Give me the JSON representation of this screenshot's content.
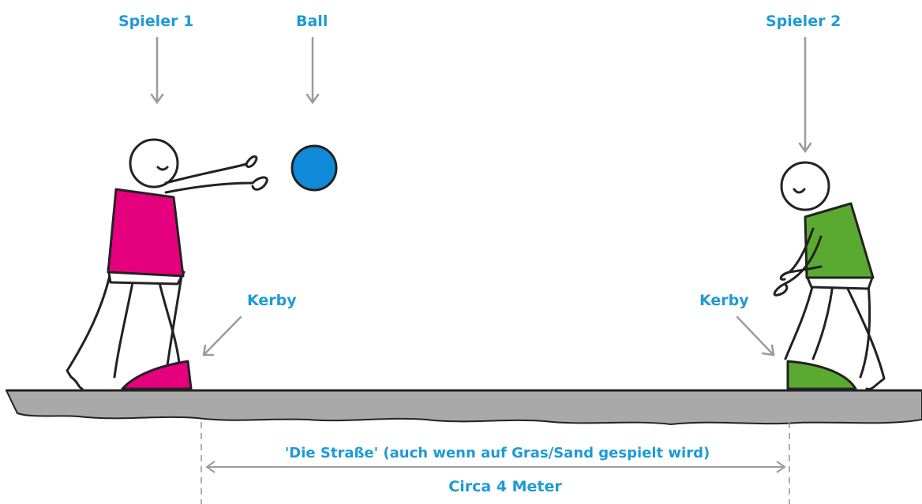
{
  "labels": {
    "player1": "Spieler 1",
    "ball": "Ball",
    "player2": "Spieler 2",
    "kerby_left": "Kerby",
    "kerby_right": "Kerby",
    "street": "'Die Straße' (auch wenn auf Gras/Sand gespielt wird)",
    "distance": "Circa 4 Meter"
  },
  "colors": {
    "label_blue": "#1e9ad6",
    "player1_shirt": "#e5007e",
    "player2_shirt": "#5aaa32",
    "ball": "#0f8ad8",
    "ground": "#a9a9a9",
    "arrow": "#9b9b9b",
    "outline": "#222222"
  }
}
